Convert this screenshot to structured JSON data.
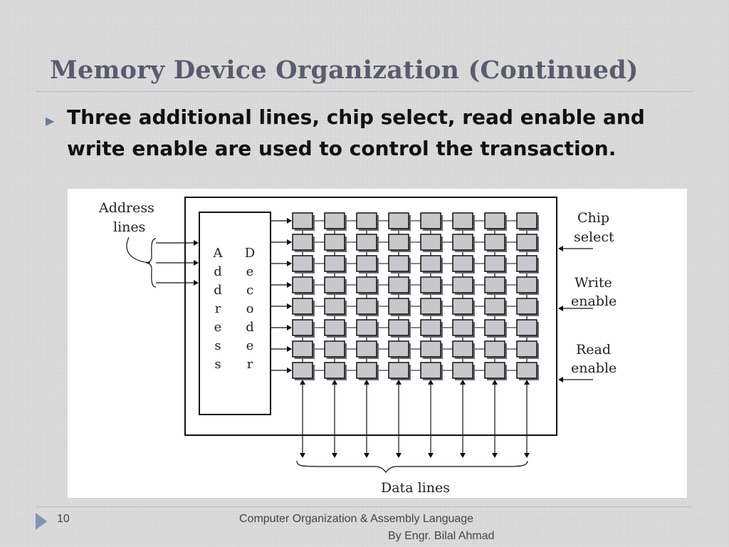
{
  "slide": {
    "title": "Memory Device Organization (Continued)",
    "bullet": "Three additional lines, chip select, read enable and write enable are used to control the transaction.",
    "page_number": "10",
    "footer_line1": "Computer Organization & Assembly Language",
    "footer_line2": "By Engr. Bilal Ahmad"
  },
  "diagram": {
    "address_lines_label": [
      "Address",
      "lines"
    ],
    "address_word": "Address",
    "decoder_word": "Decoder",
    "chip_select_label": [
      "Chip",
      "select"
    ],
    "write_enable_label": [
      "Write",
      "enable"
    ],
    "read_enable_label": [
      "Read",
      "enable"
    ],
    "data_lines_label": "Data lines",
    "rows": 8,
    "columns": 8
  }
}
